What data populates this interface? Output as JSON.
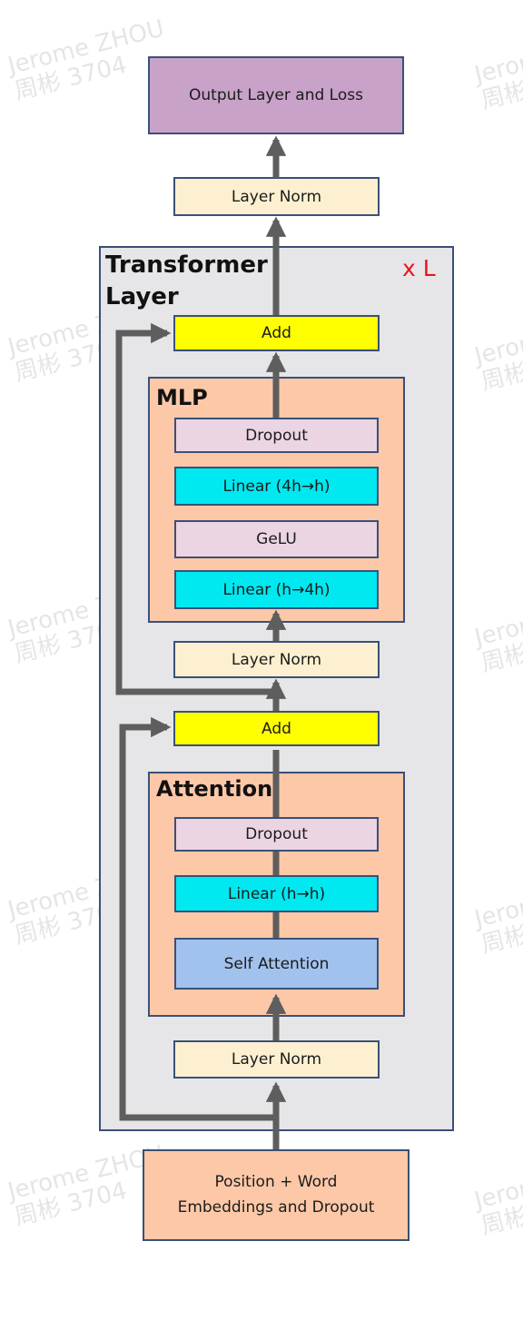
{
  "output": {
    "label": "Output Layer and Loss"
  },
  "layer_norm_top": {
    "label": "Layer Norm"
  },
  "transformer": {
    "title_line1": "Transformer",
    "title_line2": "Layer",
    "repeat": "x L"
  },
  "add_mlp": {
    "label": "Add"
  },
  "mlp": {
    "title": "MLP",
    "dropout": "Dropout",
    "linear_down": "Linear (4h→h)",
    "gelu": "GeLU",
    "linear_up": "Linear (h→4h)"
  },
  "layer_norm_mid": {
    "label": "Layer Norm"
  },
  "add_attn": {
    "label": "Add"
  },
  "attention": {
    "title": "Attention",
    "dropout": "Dropout",
    "linear": "Linear (h→h)",
    "self_attention": "Self Attention"
  },
  "layer_norm_bottom": {
    "label": "Layer Norm"
  },
  "input": {
    "line1": "Position + Word",
    "line2": "Embeddings and Dropout"
  },
  "watermark": {
    "line1": "Jerome ZHOU",
    "line2": "周彬 3704"
  },
  "colors": {
    "output": "#c8a2c8",
    "layer_norm": "#fdf0d0",
    "add": "#ffff00",
    "container": "#e6e6e8",
    "block": "#fcc8a8",
    "dropout": "#ecd5e3",
    "linear": "#00e8f0",
    "self_attention": "#a2c2ee",
    "input": "#fcc8a8",
    "arrow": "#5e5e5e",
    "repeat": "#e8141e"
  }
}
